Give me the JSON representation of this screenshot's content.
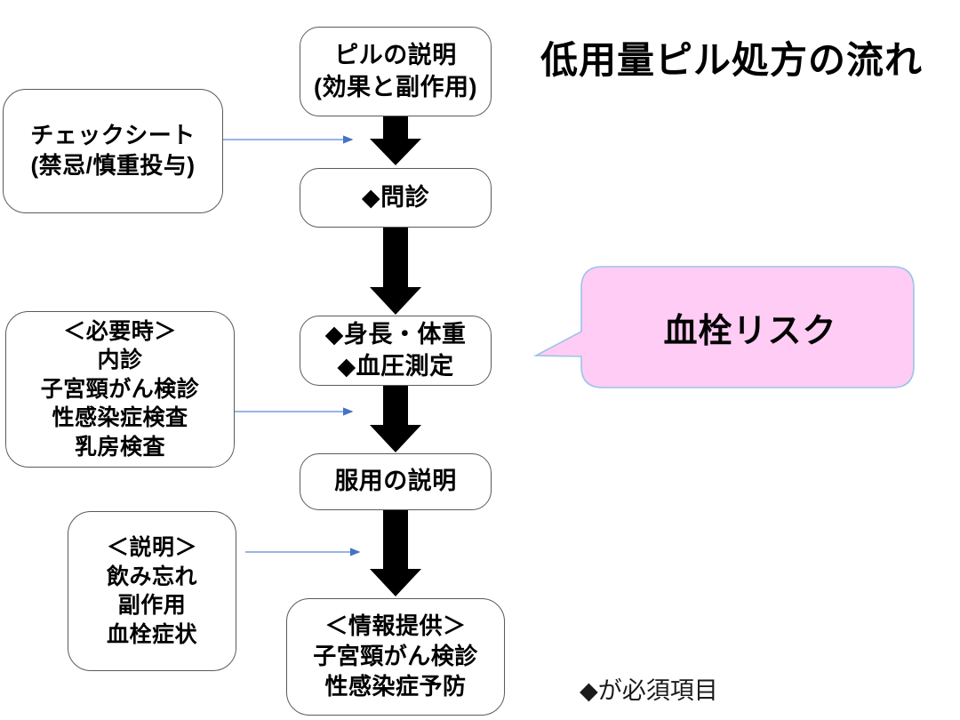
{
  "title": "低用量ピル処方の流れ",
  "footnote": "◆が必須項目",
  "colors": {
    "box_border": "#5a5a5a",
    "box_fill": "#ffffff",
    "arrow_black": "#000000",
    "connector_blue": "#8faadc",
    "callout_fill": "#ffccf5",
    "callout_border": "#9dc3e6",
    "text": "#000000"
  },
  "flow": {
    "nodes": [
      {
        "id": "pill-explanation",
        "lines": [
          "ピルの説明",
          "(効果と副作用)"
        ]
      },
      {
        "id": "interview",
        "lines": [
          "◆問診"
        ]
      },
      {
        "id": "vitals",
        "lines": [
          "◆身長・体重",
          "◆血圧測定"
        ]
      },
      {
        "id": "dosing-explanation",
        "lines": [
          "服用の説明"
        ]
      },
      {
        "id": "information-provision",
        "lines": [
          "＜情報提供＞",
          "子宮頸がん検診",
          "性感染症予防"
        ]
      }
    ],
    "side_nodes": [
      {
        "id": "check-sheet",
        "lines": [
          "チェックシート",
          "(禁忌/慎重投与)"
        ]
      },
      {
        "id": "when-needed",
        "lines": [
          "＜必要時＞",
          "内診",
          "子宮頸がん検診",
          "性感染症検査",
          "乳房検査"
        ]
      },
      {
        "id": "explanation-items",
        "lines": [
          "＜説明＞",
          "飲み忘れ",
          "副作用",
          "血栓症状"
        ]
      }
    ]
  },
  "callout": {
    "label": "血栓リスク"
  },
  "icons": {
    "diamond_bullet": "◆",
    "down_arrow": "down-arrow-icon",
    "connector_arrow": "connector-arrow-icon"
  }
}
